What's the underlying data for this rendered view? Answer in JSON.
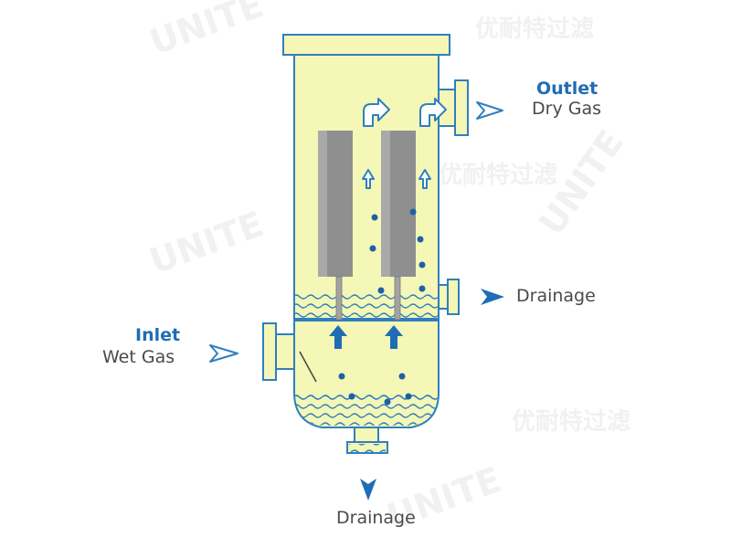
{
  "labels": {
    "outlet_title": "Outlet",
    "outlet_sub": "Dry Gas",
    "inlet_title": "Inlet",
    "inlet_sub": "Wet Gas",
    "drainage_side": "Drainage",
    "drainage_bottom": "Drainage"
  },
  "watermark": {
    "text": "UNITE",
    "cjk": "优耐特过滤"
  },
  "colors": {
    "vessel_fill": "#f4f7b6",
    "outline": "#2f7fc0",
    "droplet": "#1f5fa8",
    "arrow_fill": "#1f6db4",
    "filter_gray": "#8f8f8f",
    "label_blue": "#1f6db4",
    "label_gray": "#4a4a4a"
  },
  "icons": {
    "outflow": "outflow-arrow-icon",
    "inflow": "inflow-arrow-icon",
    "drain": "drain-arrow-icon"
  }
}
